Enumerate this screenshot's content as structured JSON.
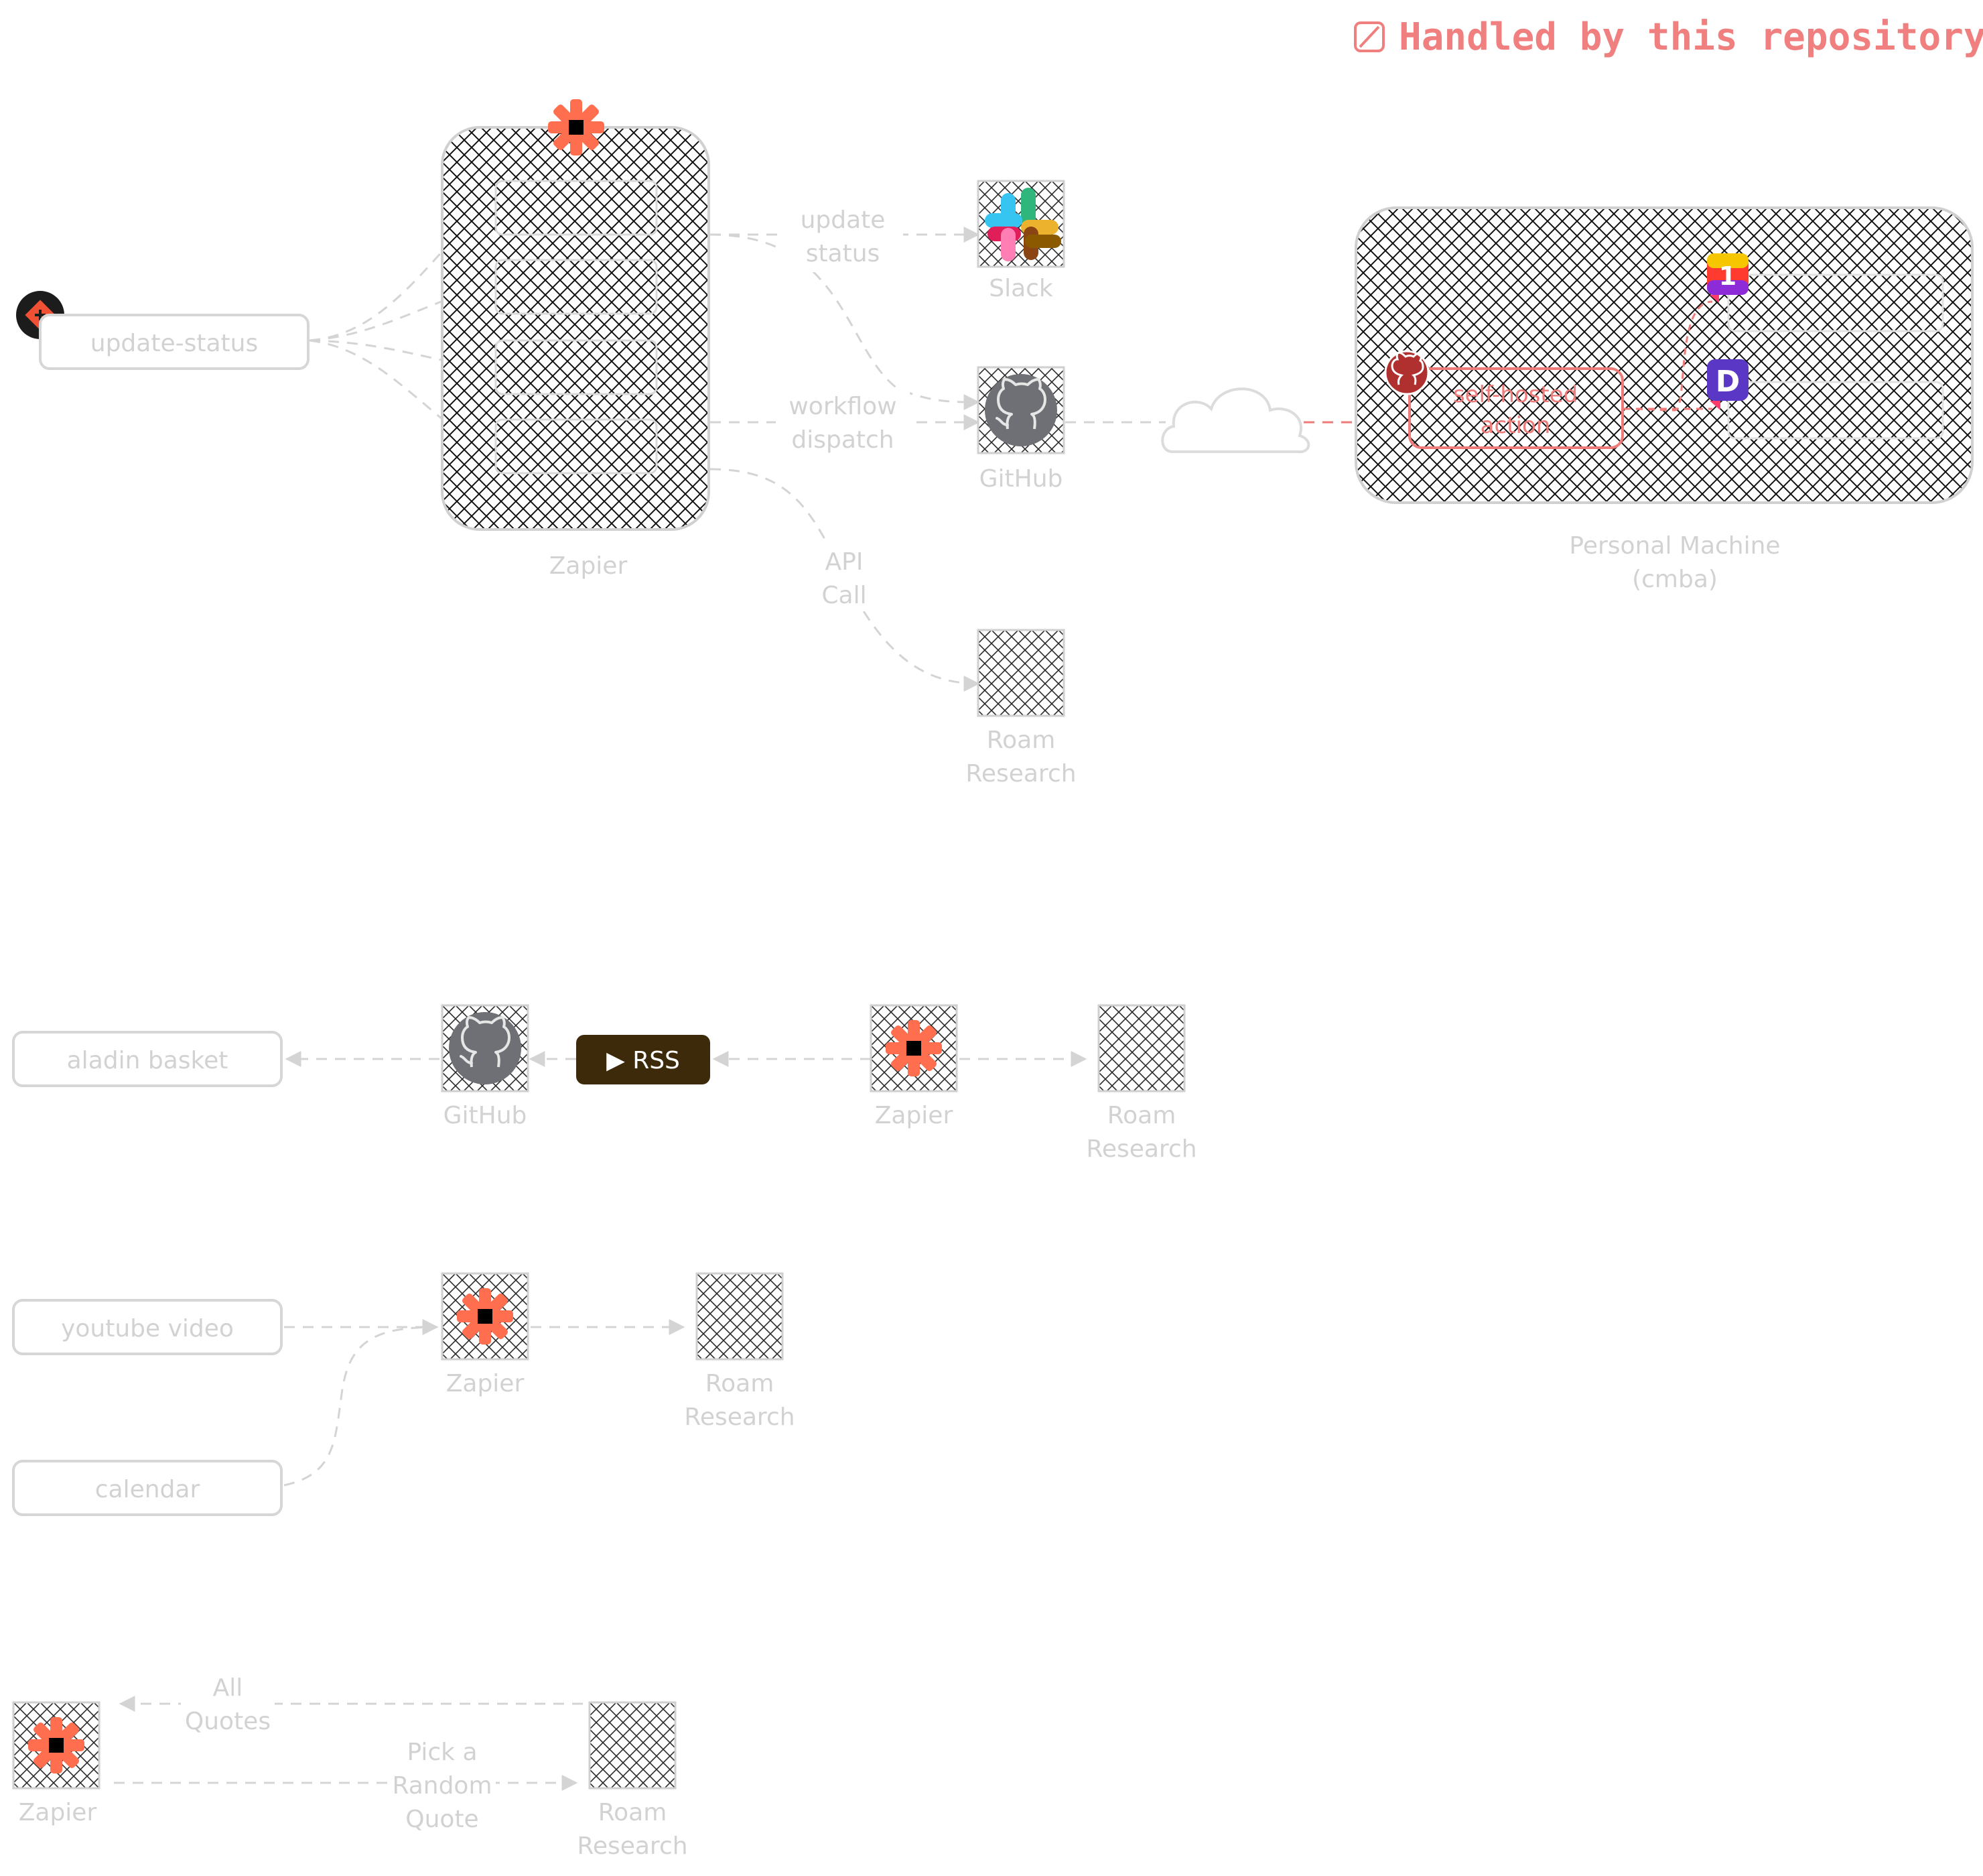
{
  "legend": {
    "text": "Handled by this repository",
    "color": "#f08080"
  },
  "top_section": {
    "trigger_label": "update-status",
    "zapier_label": "Zapier",
    "edge_labels": {
      "update_status": [
        "update",
        "status"
      ],
      "workflow_dispatch": [
        "workflow",
        "dispatch"
      ],
      "api_call": [
        "API",
        "Call"
      ]
    },
    "slack_label": "Slack",
    "github_label": "GitHub",
    "roam_label": [
      "Roam",
      "Research"
    ],
    "machine_label": [
      "Personal Machine",
      "(cmba)"
    ],
    "self_hosted_label": [
      "self-hosted",
      "action"
    ]
  },
  "rss_section": {
    "aladin_label": "aladin basket",
    "github_label": "GitHub",
    "rss_label": "▶ RSS",
    "zapier_label": "Zapier",
    "roam_label": [
      "Roam",
      "Research"
    ]
  },
  "youtube_section": {
    "youtube_label": "youtube video",
    "calendar_label": "calendar",
    "zapier_label": "Zapier",
    "roam_label": [
      "Roam",
      "Research"
    ]
  },
  "quotes_section": {
    "zapier_label": "Zapier",
    "roam_label": [
      "Roam",
      "Research"
    ],
    "all_quotes_label": [
      "All",
      "Quotes"
    ],
    "pick_label": [
      "Pick a",
      "Random",
      "Quote"
    ]
  },
  "icons": [
    "legend-hatch-icon",
    "git-icon",
    "zapier-icon",
    "slack-icon",
    "github-icon",
    "cloud-icon",
    "onepassword-icon",
    "dash-icon"
  ],
  "colors": {
    "zapier": "#ff6f4f",
    "rss_bg": "#3d2a0a",
    "github_circle": "#6e7076",
    "self_hosted": "#ee7a7a"
  }
}
